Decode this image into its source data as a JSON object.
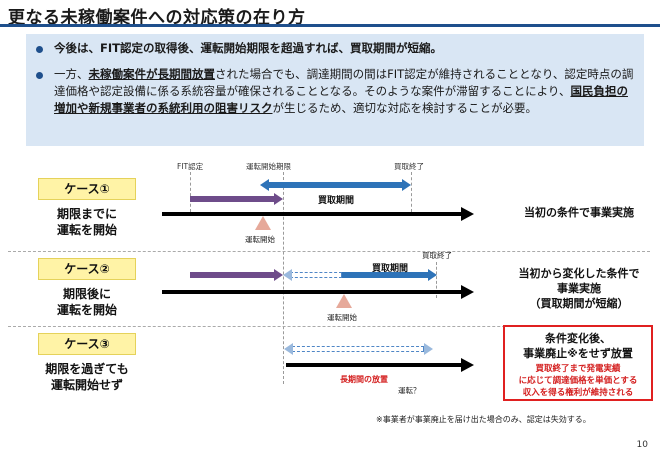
{
  "title": "更なる未稼働案件への対応策の在り方",
  "summary": {
    "bullet1": "今後は、FIT認定の取得後、運転開始期限を超過すれば、買取期間が短縮。",
    "bullet2_a": "一方、",
    "bullet2_emph1": "未稼働案件が長期間放置",
    "bullet2_b": "された場合でも、調達期間の間はFIT認定が維持されることとなり、認定時点の調達価格や認定設備に係る系統容量が確保されることとなる。そのような案件が滞留することにより、",
    "bullet2_emph2": "国民負担の増加や新規事業者の系統利用の阻害リスク",
    "bullet2_c": "が生じるため、適切な対応を検討することが必要。"
  },
  "timeline_headers": {
    "fit": "FIT認定",
    "deadline": "運転開始期限",
    "purchase_end": "買取終了"
  },
  "cases": [
    {
      "badge": "ケース①",
      "desc_line1": "期限までに",
      "desc_line2": "運転を開始",
      "period_label": "買取期間",
      "start_label": "運転開始",
      "result_line1": "当初の条件で事業実施"
    },
    {
      "badge": "ケース②",
      "desc_line1": "期限後に",
      "desc_line2": "運転を開始",
      "period_label": "買取期間",
      "end_label": "買取終了",
      "start_label": "運転開始",
      "result_line1": "当初から変化した条件で",
      "result_line2": "事業実施",
      "result_line3": "（買取期間が短縮）"
    },
    {
      "badge": "ケース③",
      "desc_line1": "期限を過ぎても",
      "desc_line2": "運転開始せず",
      "neglect_label": "長期間の放置",
      "start_label": "運転？",
      "result_line1": "条件変化後、",
      "result_line2": "事業廃止※をせず放置",
      "result_sub1": "買取終了まで発電実績",
      "result_sub2": "に応じて調達価格を単価とする",
      "result_sub3": "収入を得る権利が維持される"
    }
  ],
  "footnote": "※事業者が事業廃止を届け出た場合のみ、認定は失効する。",
  "page_number": "10",
  "colors": {
    "accent": "#1e4f8c",
    "summary_bg": "#d9e6f4",
    "badge_bg": "#fff3a6",
    "purple_bar": "#6e4c8a",
    "blue_bar": "#2e73b8",
    "red": "#e02020"
  }
}
